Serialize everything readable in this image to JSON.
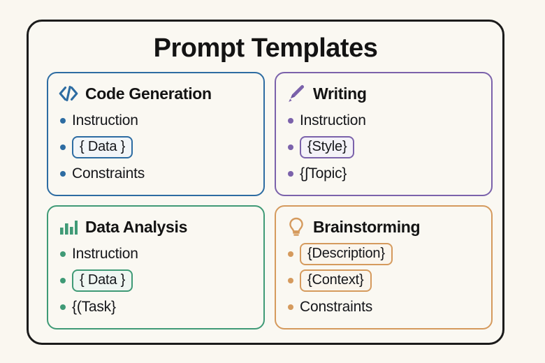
{
  "page": {
    "title": "Prompt Templates",
    "background_color": "#faf7f0",
    "frame_border_color": "#1b1b1b",
    "card_background": "#faf8f2"
  },
  "cards": [
    {
      "id": "code-generation",
      "title": "Code Generation",
      "icon": "code-brackets-icon",
      "accent_color": "#2d6ca2",
      "items": [
        {
          "label": "Instruction",
          "style": "plain"
        },
        {
          "label": "{ Data }",
          "style": "chip"
        },
        {
          "label": "Constraints",
          "style": "plain"
        }
      ]
    },
    {
      "id": "writing",
      "title": "Writing",
      "icon": "pencil-marker-icon",
      "accent_color": "#7b62ab",
      "items": [
        {
          "label": "Instruction",
          "style": "plain"
        },
        {
          "label": "{Style}",
          "style": "chip"
        },
        {
          "label": "{∫Topic}",
          "style": "plain"
        }
      ]
    },
    {
      "id": "data-analysis",
      "title": "Data Analysis",
      "icon": "bar-chart-icon",
      "accent_color": "#3f9a76",
      "items": [
        {
          "label": "Instruction",
          "style": "plain"
        },
        {
          "label": "{ Data }",
          "style": "chip"
        },
        {
          "label": "{(Task}",
          "style": "plain"
        }
      ]
    },
    {
      "id": "brainstorming",
      "title": "Brainstorming",
      "icon": "lightbulb-icon",
      "accent_color": "#d59a5d",
      "items": [
        {
          "label": "{Description}",
          "style": "chip"
        },
        {
          "label": "{Context}",
          "style": "chip"
        },
        {
          "label": "Constraints",
          "style": "plain"
        }
      ]
    }
  ]
}
